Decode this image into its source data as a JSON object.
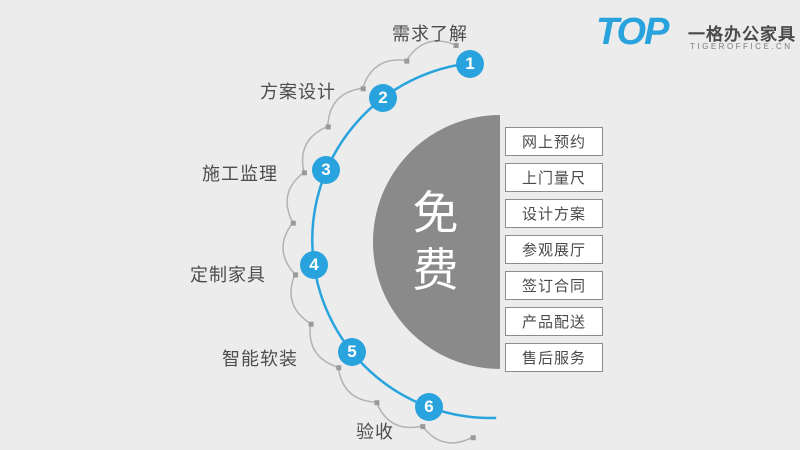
{
  "logo": {
    "brand": "TOP",
    "company": "一格办公家具",
    "url": "TIGEROFFICE.CN"
  },
  "center": {
    "label": "免费"
  },
  "steps": [
    {
      "num": "1",
      "label": "需求了解"
    },
    {
      "num": "2",
      "label": "方案设计"
    },
    {
      "num": "3",
      "label": "施工监理"
    },
    {
      "num": "4",
      "label": "定制家具"
    },
    {
      "num": "5",
      "label": "智能软装"
    },
    {
      "num": "6",
      "label": "验收"
    }
  ],
  "services": [
    "网上预约",
    "上门量尺",
    "设计方案",
    "参观展厅",
    "签订合同",
    "产品配送",
    "售后服务"
  ],
  "colors": {
    "accent": "#29a3dd",
    "circle_gray": "#8a8a8a",
    "text_gray": "#4d4d4d",
    "background": "#ececec"
  }
}
